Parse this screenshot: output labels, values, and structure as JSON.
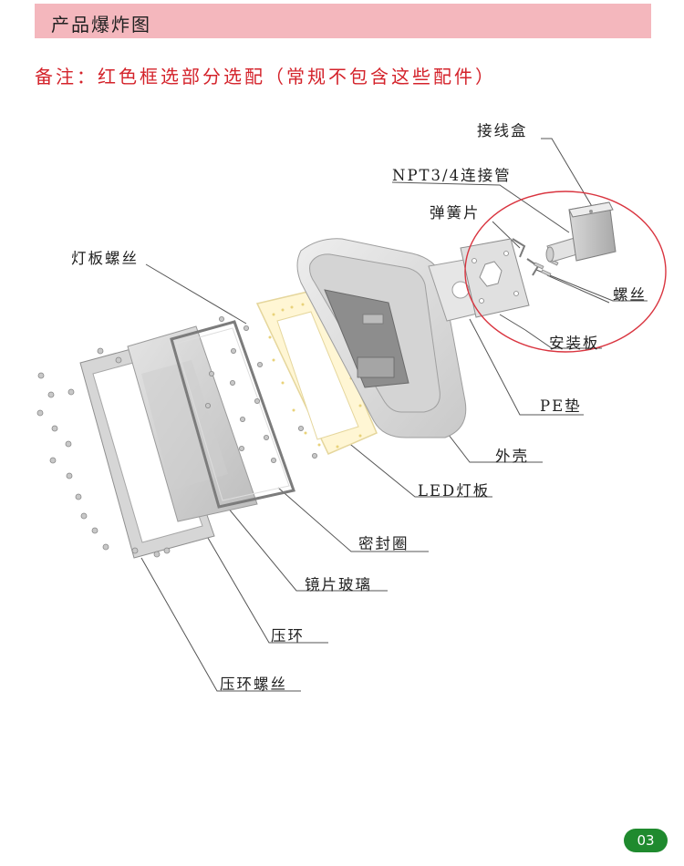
{
  "header": {
    "title": "产品爆炸图"
  },
  "note": "备注：红色框选部分选配（常规不包含这些配件）",
  "labels": {
    "junction_box": "接线盒",
    "npt_pipe": "NPT3/4连接管",
    "spring_clip": "弹簧片",
    "lamp_board_screw": "灯板螺丝",
    "screw": "螺丝",
    "mounting_plate": "安装板",
    "pe_pad": "PE垫",
    "housing": "外壳",
    "led_board": "LED灯板",
    "seal_ring": "密封圈",
    "lens_glass": "镜片玻璃",
    "press_ring": "压环",
    "press_ring_screw": "压环螺丝"
  },
  "page_number": "03",
  "colors": {
    "header_bg": "#f4b7bd",
    "note_red": "#d4232b",
    "badge_green": "#1f8a2e",
    "circle_red": "#d9343f"
  }
}
